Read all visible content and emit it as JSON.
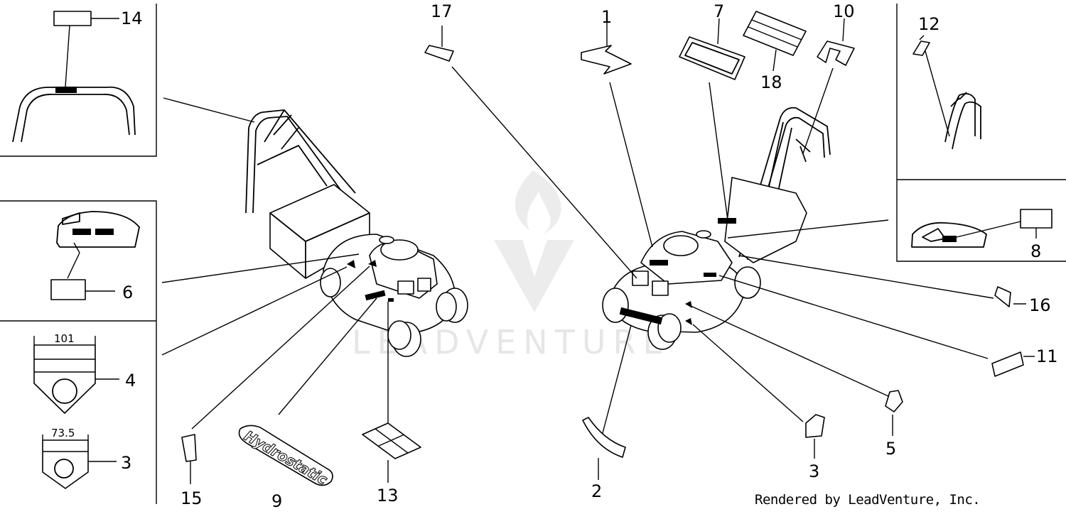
{
  "diagram": {
    "callouts": {
      "c1": "1",
      "c2": "2",
      "c3a": "3",
      "c3b": "3",
      "c4": "4",
      "c5": "5",
      "c6": "6",
      "c7": "7",
      "c8": "8",
      "c9": "9",
      "c10": "10",
      "c11": "11",
      "c12": "12",
      "c13": "13",
      "c14": "14",
      "c15": "15",
      "c16": "16",
      "c17": "17",
      "c18": "18"
    },
    "decal_values": {
      "v101": "101",
      "v735": "73.5"
    },
    "hydrostatic_text": "Hydrostatic",
    "watermark": "LEADVENTURE",
    "credit": "Rendered by LeadVenture, Inc."
  }
}
